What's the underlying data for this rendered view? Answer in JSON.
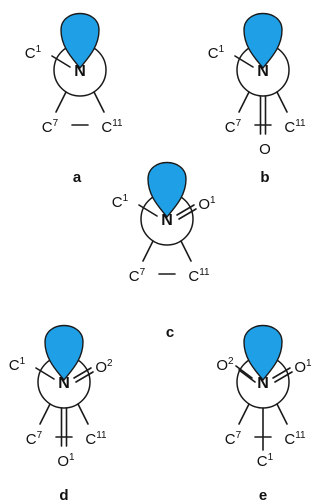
{
  "colors": {
    "lobe": "#1f9fe6",
    "line": "#1a1a1a"
  },
  "structures": [
    {
      "id": "a",
      "label": "a",
      "center": "N",
      "left": {
        "el": "C",
        "sup": "1"
      },
      "bottom_left": {
        "el": "C",
        "sup": "7"
      },
      "bottom_right": {
        "el": "C",
        "sup": "11"
      },
      "right": null,
      "upper_left": null,
      "bottom": null
    },
    {
      "id": "b",
      "label": "b",
      "center": "N",
      "left": {
        "el": "C",
        "sup": "1"
      },
      "bottom_left": {
        "el": "C",
        "sup": "7"
      },
      "bottom_right": {
        "el": "C",
        "sup": "11"
      },
      "right": null,
      "upper_left": null,
      "bottom": {
        "el": "O",
        "sup": ""
      }
    },
    {
      "id": "c",
      "label": "c",
      "center": "N",
      "left": {
        "el": "C",
        "sup": "1"
      },
      "bottom_left": {
        "el": "C",
        "sup": "7"
      },
      "bottom_right": {
        "el": "C",
        "sup": "11"
      },
      "right": {
        "el": "O",
        "sup": "1"
      },
      "upper_left": null,
      "bottom": null
    },
    {
      "id": "d",
      "label": "d",
      "center": "N",
      "left": {
        "el": "C",
        "sup": "1"
      },
      "bottom_left": {
        "el": "C",
        "sup": "7"
      },
      "bottom_right": {
        "el": "C",
        "sup": "11"
      },
      "right": {
        "el": "O",
        "sup": "2"
      },
      "upper_left": null,
      "bottom": {
        "el": "O",
        "sup": "1"
      }
    },
    {
      "id": "e",
      "label": "e",
      "center": "N",
      "left": null,
      "bottom_left": {
        "el": "C",
        "sup": "7"
      },
      "bottom_right": {
        "el": "C",
        "sup": "11"
      },
      "right": {
        "el": "O",
        "sup": "1"
      },
      "upper_left": {
        "el": "O",
        "sup": "2"
      },
      "bottom": {
        "el": "C",
        "sup": "1"
      }
    }
  ]
}
